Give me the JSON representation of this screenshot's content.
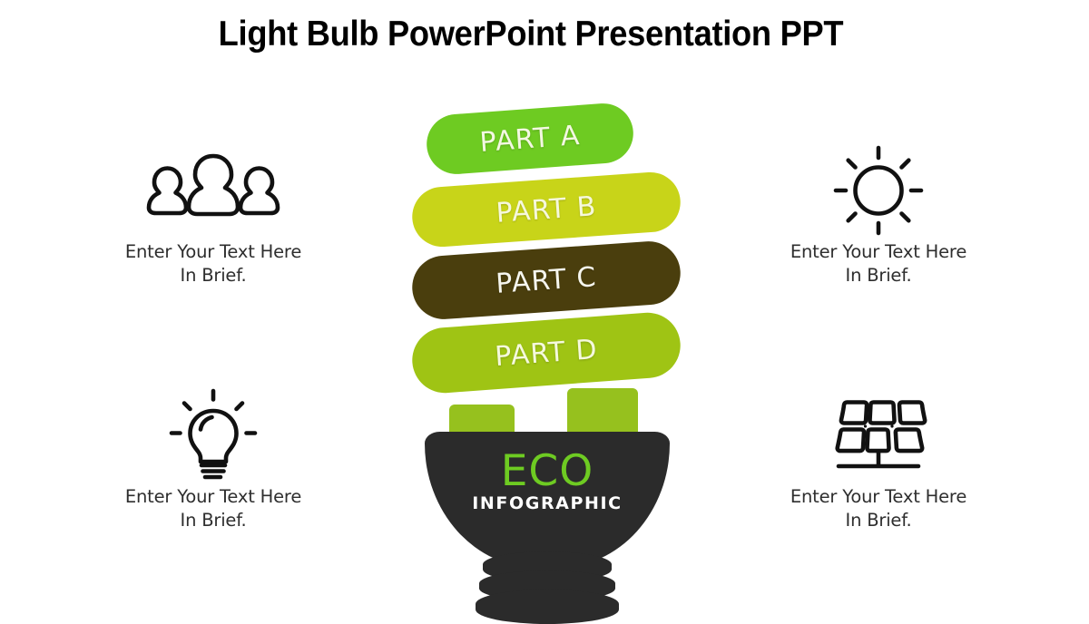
{
  "slide": {
    "background_color": "#ffffff",
    "title": "Light Bulb PowerPoint Presentation PPT"
  },
  "bulb": {
    "bars": [
      {
        "id": "a",
        "label": "PART A",
        "color": "#6ECB22",
        "text_color": "#f3f8e2"
      },
      {
        "id": "b",
        "label": "PART B",
        "color": "#C8D419",
        "text_color": "#f6f8dc"
      },
      {
        "id": "c",
        "label": "PART C",
        "color": "#4A3E0D",
        "text_color": "#f6f6ee"
      },
      {
        "id": "d",
        "label": "PART D",
        "color": "#9FC414",
        "text_color": "#f5f9dd"
      }
    ],
    "legs": {
      "color": "#96C11E"
    },
    "cap": {
      "color": "#2B2B2B",
      "brand_primary": "ECO",
      "brand_primary_color": "#6ECB22",
      "brand_secondary": "INFOGRAPHIC",
      "brand_secondary_color": "#ffffff"
    },
    "screw": {
      "color": "#2B2B2B"
    }
  },
  "features": [
    {
      "id": "top-left",
      "icon": "group-people-icon",
      "caption": "Enter Your Text Here\nIn Brief."
    },
    {
      "id": "bottom-left",
      "icon": "light-bulb-icon",
      "caption": "Enter Your Text Here\nIn Brief."
    },
    {
      "id": "top-right",
      "icon": "sun-icon",
      "caption": "Enter Your Text Here\nIn Brief."
    },
    {
      "id": "bottom-right",
      "icon": "solar-panel-icon",
      "caption": "Enter Your Text Here\nIn Brief."
    }
  ]
}
